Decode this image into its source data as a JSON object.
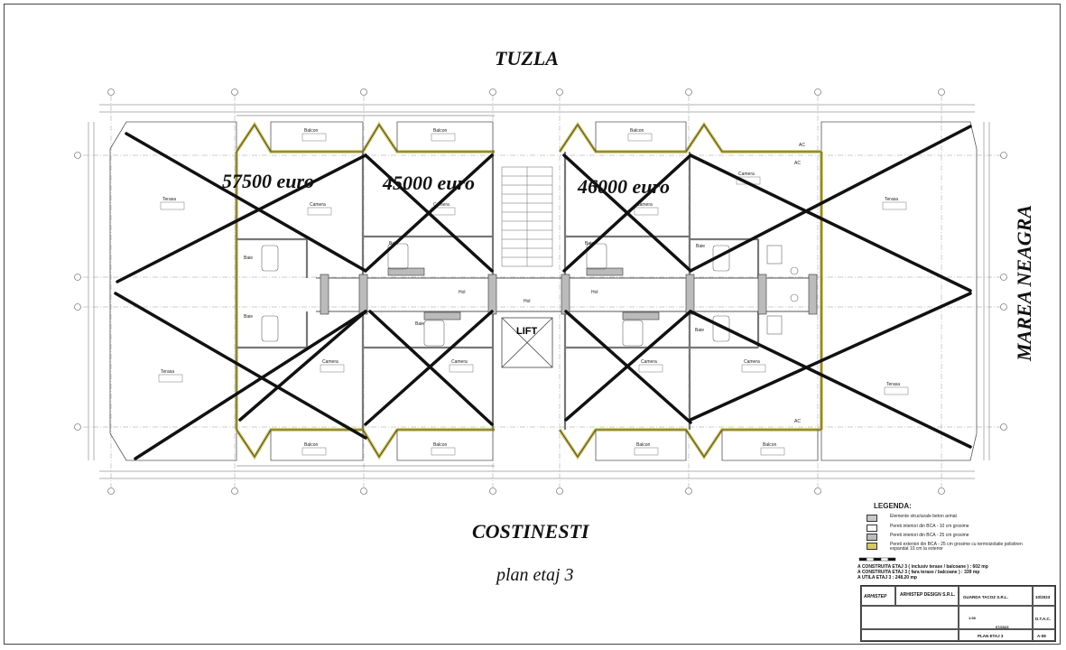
{
  "orientation": {
    "north": "TUZLA",
    "south": "COSTINESTI",
    "east": "MAREA NEAGRA"
  },
  "title": "plan etaj 3",
  "prices": [
    "57500 euro",
    "45000 euro",
    "46000 euro"
  ],
  "lift_label": "LIFT",
  "room_labels": {
    "terasa": "Terasa",
    "balcon": "Balcon",
    "camera": "Camera",
    "baie": "Baie",
    "hol": "Hol",
    "ac": "AC"
  },
  "legend": {
    "title": "LEGENDA:",
    "items": [
      {
        "text": "Elemente structurale beton armat",
        "color": "#c8c8c8"
      },
      {
        "text": "Pereti interiori din BCA - 10 cm grosime",
        "color": "#ffffff"
      },
      {
        "text": "Pereti interiori din BCA - 25 cm grosime",
        "color": "#bdbdbd"
      },
      {
        "text": "Pereti exteriori din BCA - 25 cm grosime cu termoizolatie polistiren expandat 10 cm la exterior",
        "color": "#d4c86a"
      }
    ]
  },
  "areas": [
    "A CONSTRUITA ETAJ 3 ( inclusiv terase / balcoane ) : 602 mp",
    "A CONSTRUITA ETAJ 3 ( fara terase / balcoane ) : 339 mp",
    "A UTILA ETAJ 3 : 248.20 mp"
  ],
  "title_block": {
    "company": "ARHISTEP DESIGN S.R.L.",
    "logo": "ARHISTEP",
    "client": "GUARDA TACOZ S.R.L.",
    "date": "10/2023",
    "phase": "D.T.A.C.",
    "scale": "1:50",
    "sheet_title": "PLAN ETAJ 3",
    "sheet_no": "A-08",
    "project_no": "07/2023"
  }
}
